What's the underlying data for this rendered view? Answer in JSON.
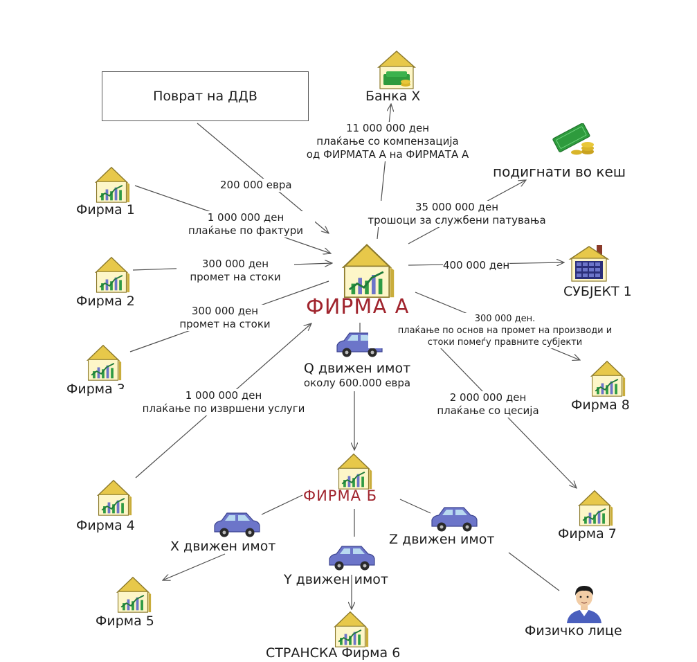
{
  "nodes": {
    "vat": "Поврат на ДДВ",
    "bank": "Банка X",
    "cash": "подигнати во кеш",
    "firma1": "Фирма 1",
    "firma2": "Фирма 2",
    "firma3": "Фирма 3",
    "firma4": "Фирма 4",
    "firma5": "Фирма 5",
    "firma6": "СТРАНСКА Фирма 6",
    "firma7": "Фирма 7",
    "firma8": "Фирма 8",
    "subject1": "СУБЈЕКТ 1",
    "firmaA": "ФИРМА А",
    "firmaB": "ФИРМА Б",
    "person": "Физичко лице"
  },
  "edges": {
    "vat_amount": "200 000 евра",
    "bank_l1": "11 000 000 ден",
    "bank_l2": "плаќање со компензација",
    "bank_l3": "од ФИРМАТА А на ФИРМАТА А",
    "cash_l1": "35 000 000 ден",
    "cash_l2": "трошоци за службени патувања",
    "f1_l1": "1 000 000 ден",
    "f1_l2": "плаќање по фактури",
    "f2_l1": "300 000 ден",
    "f2_l2": "промет на стоки",
    "f3_l1": "300 000 ден",
    "f3_l2": "промет на стоки",
    "f4_l1": "1 000 000 ден",
    "f4_l2": "плаќање по извршени услуги",
    "s1": "400 000 ден",
    "f8_l1": "300 000 ден.",
    "f8_l2": "плаќање по основ на промет на производи и",
    "f8_l3": "стоки помеѓу правните субјекти",
    "f7_l1": "2 000 000 ден",
    "f7_l2": "плаќање со цесија",
    "q_l1": "Q движен имот",
    "q_l2": "околу 600.000 евра",
    "x": "X движен имот",
    "y": "Y движен имот",
    "z": "Z движен имот"
  },
  "colors": {
    "firm_accent": "#a0242d",
    "house_wall": "#fdf6c8",
    "house_roof": "#e7c84a",
    "car": "#6c75c9",
    "money": "#2e9b3d",
    "coin": "#d9b52a"
  },
  "icons": [
    "house-chart-icon",
    "bank-icon",
    "money-icon",
    "building-icon",
    "car-icon",
    "person-icon"
  ]
}
